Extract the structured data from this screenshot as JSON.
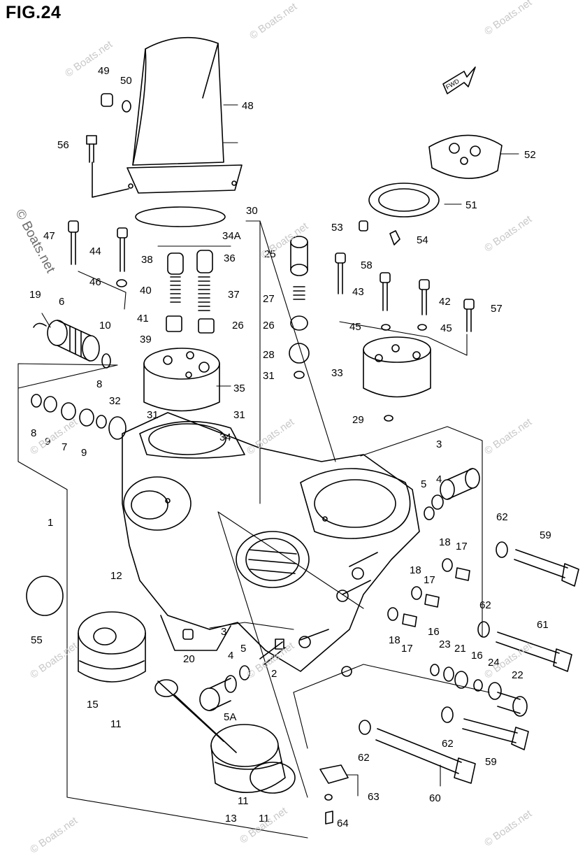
{
  "figure": {
    "title": "FIG.24"
  },
  "watermark": {
    "text": "© Boats.net"
  },
  "callouts": [
    {
      "id": "c1",
      "text": "1"
    },
    {
      "id": "c2",
      "text": "2"
    },
    {
      "id": "c3a",
      "text": "3"
    },
    {
      "id": "c3b",
      "text": "3"
    },
    {
      "id": "c4a",
      "text": "4"
    },
    {
      "id": "c4b",
      "text": "4"
    },
    {
      "id": "c5a",
      "text": "5"
    },
    {
      "id": "c5b",
      "text": "5"
    },
    {
      "id": "c5A",
      "text": "5A"
    },
    {
      "id": "c6",
      "text": "6"
    },
    {
      "id": "c7",
      "text": "7"
    },
    {
      "id": "c8a",
      "text": "8"
    },
    {
      "id": "c8b",
      "text": "8"
    },
    {
      "id": "c9a",
      "text": "9"
    },
    {
      "id": "c9b",
      "text": "9"
    },
    {
      "id": "c10",
      "text": "10"
    },
    {
      "id": "c11a",
      "text": "11"
    },
    {
      "id": "c11b",
      "text": "11"
    },
    {
      "id": "c11c",
      "text": "11"
    },
    {
      "id": "c12",
      "text": "12"
    },
    {
      "id": "c13",
      "text": "13"
    },
    {
      "id": "c15",
      "text": "15"
    },
    {
      "id": "c16a",
      "text": "16"
    },
    {
      "id": "c16b",
      "text": "16"
    },
    {
      "id": "c17a",
      "text": "17"
    },
    {
      "id": "c17b",
      "text": "17"
    },
    {
      "id": "c17c",
      "text": "17"
    },
    {
      "id": "c18a",
      "text": "18"
    },
    {
      "id": "c18b",
      "text": "18"
    },
    {
      "id": "c18c",
      "text": "18"
    },
    {
      "id": "c19",
      "text": "19"
    },
    {
      "id": "c20",
      "text": "20"
    },
    {
      "id": "c21",
      "text": "21"
    },
    {
      "id": "c22",
      "text": "22"
    },
    {
      "id": "c23",
      "text": "23"
    },
    {
      "id": "c24",
      "text": "24"
    },
    {
      "id": "c25",
      "text": "25"
    },
    {
      "id": "c26a",
      "text": "26"
    },
    {
      "id": "c26b",
      "text": "26"
    },
    {
      "id": "c27",
      "text": "27"
    },
    {
      "id": "c28",
      "text": "28"
    },
    {
      "id": "c29",
      "text": "29"
    },
    {
      "id": "c30",
      "text": "30"
    },
    {
      "id": "c31a",
      "text": "31"
    },
    {
      "id": "c31b",
      "text": "31"
    },
    {
      "id": "c31c",
      "text": "31"
    },
    {
      "id": "c32",
      "text": "32"
    },
    {
      "id": "c33",
      "text": "33"
    },
    {
      "id": "c34",
      "text": "34"
    },
    {
      "id": "c34A",
      "text": "34A"
    },
    {
      "id": "c35",
      "text": "35"
    },
    {
      "id": "c36",
      "text": "36"
    },
    {
      "id": "c37",
      "text": "37"
    },
    {
      "id": "c38",
      "text": "38"
    },
    {
      "id": "c39",
      "text": "39"
    },
    {
      "id": "c40",
      "text": "40"
    },
    {
      "id": "c41",
      "text": "41"
    },
    {
      "id": "c42",
      "text": "42"
    },
    {
      "id": "c43",
      "text": "43"
    },
    {
      "id": "c44",
      "text": "44"
    },
    {
      "id": "c45a",
      "text": "45"
    },
    {
      "id": "c45b",
      "text": "45"
    },
    {
      "id": "c46",
      "text": "46"
    },
    {
      "id": "c47",
      "text": "47"
    },
    {
      "id": "c48",
      "text": "48"
    },
    {
      "id": "c49",
      "text": "49"
    },
    {
      "id": "c50",
      "text": "50"
    },
    {
      "id": "c51",
      "text": "51"
    },
    {
      "id": "c52",
      "text": "52"
    },
    {
      "id": "c53",
      "text": "53"
    },
    {
      "id": "c54",
      "text": "54"
    },
    {
      "id": "c55",
      "text": "55"
    },
    {
      "id": "c56",
      "text": "56"
    },
    {
      "id": "c57",
      "text": "57"
    },
    {
      "id": "c58",
      "text": "58"
    },
    {
      "id": "c59a",
      "text": "59"
    },
    {
      "id": "c59b",
      "text": "59"
    },
    {
      "id": "c60",
      "text": "60"
    },
    {
      "id": "c61",
      "text": "61"
    },
    {
      "id": "c62a",
      "text": "62"
    },
    {
      "id": "c62b",
      "text": "62"
    },
    {
      "id": "c62c",
      "text": "62"
    },
    {
      "id": "c62d",
      "text": "62"
    },
    {
      "id": "c63",
      "text": "63"
    },
    {
      "id": "c64",
      "text": "64"
    }
  ],
  "direction_marker": {
    "text": "FWD",
    "icon": "forward-arrow-icon"
  }
}
